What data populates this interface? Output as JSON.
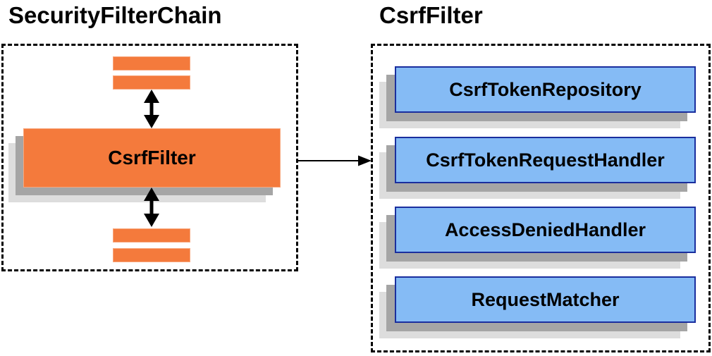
{
  "left_panel": {
    "title": "SecurityFilterChain",
    "filter_label": "CsrfFilter"
  },
  "right_panel": {
    "title": "CsrfFilter",
    "components": [
      "CsrfTokenRepository",
      "CsrfTokenRequestHandler",
      "AccessDeniedHandler",
      "RequestMatcher"
    ]
  },
  "arrows": {
    "chain_top": "double-headed-vertical-arrow",
    "chain_bottom": "double-headed-vertical-arrow",
    "delegation": "right-pointing-arrow"
  },
  "colors": {
    "orange_fill": "#F47A3C",
    "orange_border": "#F8A77D",
    "blue_fill": "#85BBF5",
    "blue_border": "#1A2E9E",
    "shadow_dark": "#A5A5A5",
    "shadow_light": "#DDDDDD",
    "arrow": "#000000",
    "text": "#000000"
  }
}
